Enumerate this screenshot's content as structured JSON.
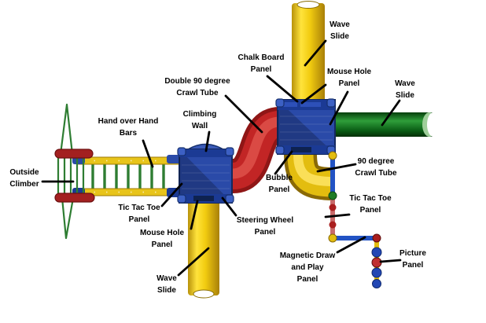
{
  "diagram": {
    "type": "playground-equipment-top-view",
    "background": "#ffffff",
    "colors": {
      "slide_yellow": "#ecc713",
      "slide_yellow_dark": "#a87f08",
      "slide_green": "#117a1f",
      "deck_blue": "#2a4aa8",
      "deck_dark": "#1b3a94",
      "tube_red": "#b42020",
      "climber_green": "#2e7d32",
      "ladder_red": "#a32020",
      "rail_blue": "#2253c4",
      "panel_pink": "#c96a6a",
      "ball_red": "#a91e1e",
      "ball_green": "#1e7c26",
      "ball_blue": "#2247b4",
      "ball_yellow": "#e3bd0f",
      "pointer": "#000000",
      "label_text": "#000000"
    },
    "labels": {
      "wave_slide_top": "Wave\nSlide",
      "chalk_board_panel": "Chalk Board\nPanel",
      "mouse_hole_panel_top": "Mouse Hole\nPanel",
      "wave_slide_right": "Wave\nSlide",
      "double_90_crawl_tube": "Double 90 degree\nCrawl Tube",
      "climbing_wall": "Climbing\nWall",
      "hand_over_hand_bars": "Hand over Hand\nBars",
      "outside_climber": "Outside\nClimber",
      "tic_tac_toe_panel_left": "Tic Tac Toe\nPanel",
      "mouse_hole_panel_left": "Mouse Hole\nPanel",
      "wave_slide_bottom": "Wave\nSlide",
      "steering_wheel_panel": "Steering Wheel\nPanel",
      "bubble_panel": "Bubble\nPanel",
      "ninety_degree_crawl_tube": "90 degree\nCrawl Tube",
      "tic_tac_toe_panel_right": "Tic Tac Toe\nPanel",
      "magnetic_draw_panel": "Magnetic Draw\nand Play\nPanel",
      "picture_panel": "Picture\nPanel"
    }
  }
}
